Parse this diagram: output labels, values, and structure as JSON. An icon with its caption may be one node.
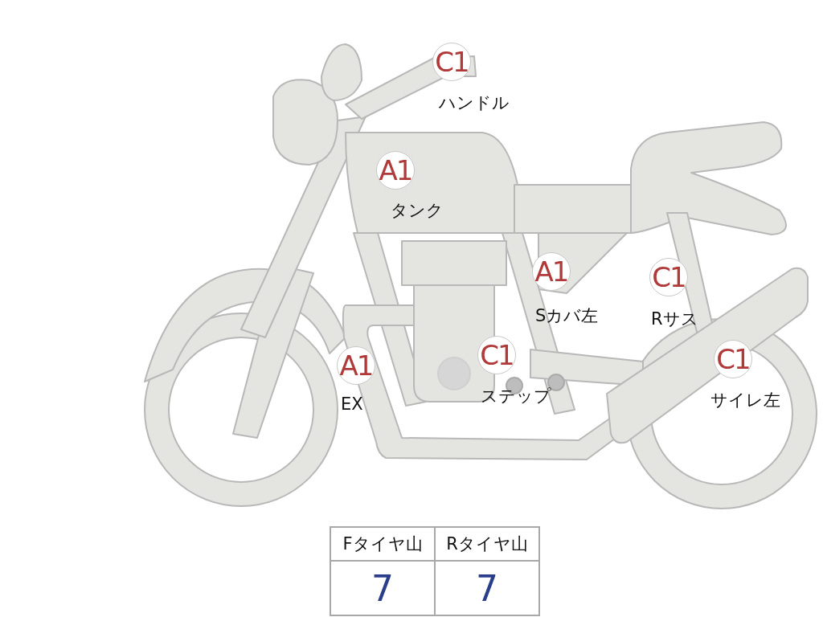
{
  "diagram": {
    "nodes": [
      {
        "text": [
          "C1"
        ],
        "beside": [
          "ハンドル"
        ]
      },
      {
        "text": [
          "A1"
        ],
        "beside": [
          "タンク"
        ]
      },
      {
        "text": [
          "A1"
        ],
        "beside": [
          "Sカバ左"
        ]
      },
      {
        "text": [
          "C1"
        ],
        "beside": [
          "Rサス"
        ]
      },
      {
        "text": [
          "A1"
        ],
        "beside": [
          "EX"
        ]
      },
      {
        "text": [
          "C1"
        ],
        "beside": [
          "ステップ"
        ]
      },
      {
        "text": [
          "C1"
        ],
        "beside": [
          "サイレ左"
        ]
      }
    ],
    "edges": [],
    "labels": [
      "Fタイヤ山",
      "Rタイヤ山",
      "7",
      "7"
    ]
  }
}
